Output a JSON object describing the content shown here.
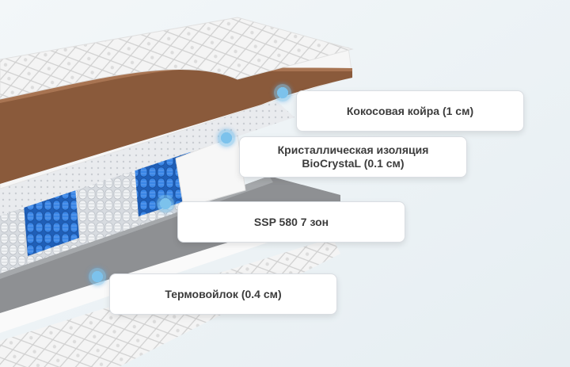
{
  "layers": [
    {
      "id": "coir",
      "label": "Кокосовая койра (1 см)"
    },
    {
      "id": "biocrystal",
      "label_line1": "Кристаллическая изоляция",
      "label_line2": "BioCrystaL (0.1 см)"
    },
    {
      "id": "springs",
      "label": "SSP 580 7 зон"
    },
    {
      "id": "felt",
      "label": "Термовойлок (0.4 см)"
    }
  ],
  "colors": {
    "background": "#ffffff",
    "coir": "#8a5a3b",
    "spring_blue": "#2f78d8",
    "spring_white": "#eef0f3",
    "base_gray": "#8e9093",
    "marker": "#7cc2ec",
    "label_text": "#3c3c3c"
  }
}
